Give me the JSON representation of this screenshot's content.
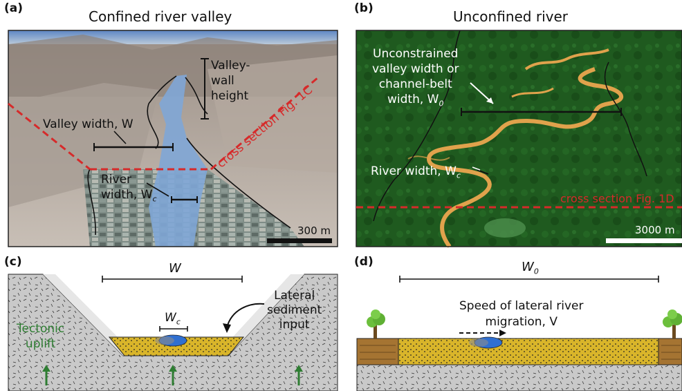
{
  "panels": {
    "a": {
      "label": "(a)",
      "title": "Confined river valley"
    },
    "b": {
      "label": "(b)",
      "title": "Unconfined river"
    },
    "c": {
      "label": "(c)"
    },
    "d": {
      "label": "(d)"
    }
  },
  "a": {
    "wall_height_1": "Valley-",
    "wall_height_2": "wall",
    "wall_height_3": "height",
    "valley_width": "Valley width, W",
    "river_width_1": "River",
    "river_width_2": "width, W",
    "river_width_sub": "c",
    "cross_section": "cross section Fig. 1C",
    "scale": "300 m"
  },
  "b": {
    "unc_1": "Unconstrained",
    "unc_2": "valley width or",
    "unc_3": "channel-belt",
    "unc_4": "width, W",
    "unc_sub": "0",
    "river_width": "River width, W",
    "river_width_sub": "c",
    "cross_section": "cross section Fig. 1D",
    "scale": "3000 m"
  },
  "c": {
    "W": "W",
    "Wc": "W",
    "Wc_sub": "c",
    "lat_1": "Lateral",
    "lat_2": "sediment",
    "lat_3": "input",
    "tec_1": "Tectonic",
    "tec_2": "uplift"
  },
  "d": {
    "W0": "W",
    "W0_sub": "0",
    "speed_1": "Speed of lateral river",
    "speed_2": "migration, V"
  },
  "colors": {
    "cross_section_red": "#d62a2a",
    "sediment_yellow": "#d9b52a",
    "water_blue": "#2f6fd1",
    "bedrock_gray": "#c9c9c9",
    "uplift_green": "#2e7d32",
    "soil_brown": "#a57432"
  }
}
